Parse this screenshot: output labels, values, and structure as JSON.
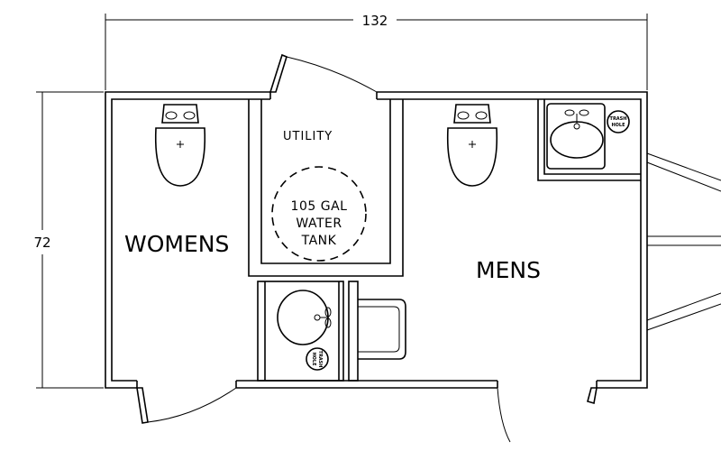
{
  "dimensions": {
    "width": "132",
    "height": "72"
  },
  "rooms": {
    "womens": "WOMENS",
    "mens": "MENS",
    "utility": "UTILITY"
  },
  "water_tank": {
    "line1": "105 GAL",
    "line2": "WATER",
    "line3": "TANK"
  },
  "trash_hole": {
    "line1": "TRASH",
    "line2": "HOLE"
  }
}
